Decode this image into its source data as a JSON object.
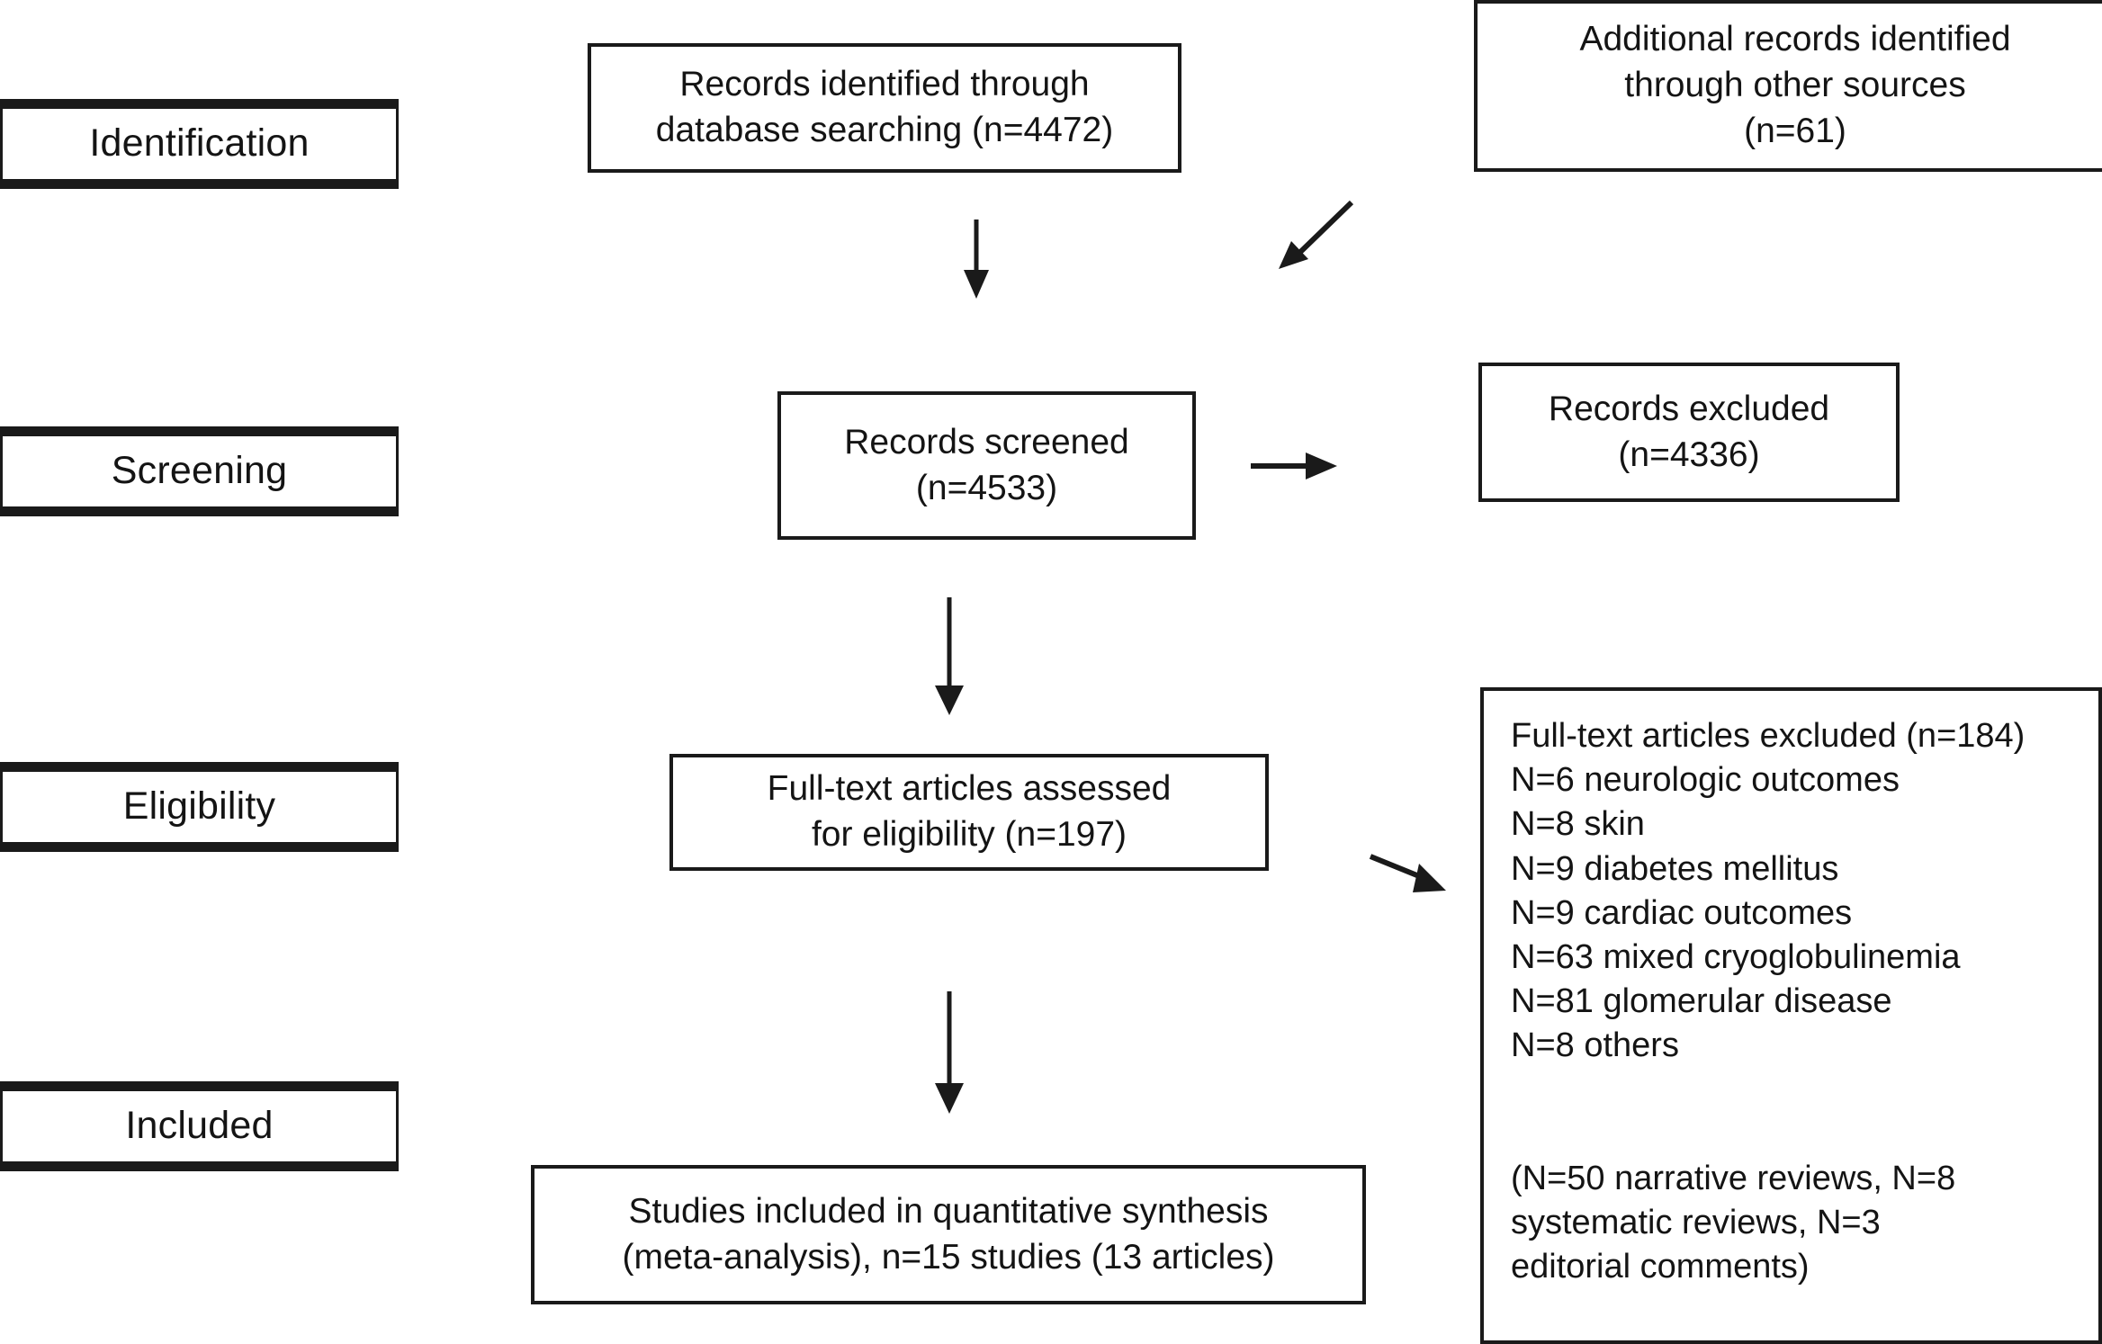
{
  "diagram": {
    "type": "prisma-flow-diagram",
    "title": "PRISMA study selection flow diagram",
    "colors": {
      "ink": "#1a1a1a",
      "background": "#ffffff"
    }
  },
  "stages": [
    {
      "id": "identification",
      "label": "Identification"
    },
    {
      "id": "screening",
      "label": "Screening"
    },
    {
      "id": "eligibility",
      "label": "Eligibility"
    },
    {
      "id": "included",
      "label": "Included"
    }
  ],
  "boxes": {
    "records_database": {
      "text": "Records identified through\ndatabase searching (n=4472)",
      "count": 4472
    },
    "records_other": {
      "text": "Additional records identified\nthrough other sources\n(n=61)",
      "count": 61
    },
    "records_screened": {
      "text": "Records screened\n(n=4533)",
      "count": 4533
    },
    "records_excluded": {
      "text": "Records excluded\n(n=4336)",
      "count": 4336
    },
    "fulltext_assessed": {
      "text": "Full-text articles assessed\nfor eligibility (n=197)",
      "count": 197
    },
    "fulltext_excluded": {
      "text": "Full-text articles excluded (n=184)\nN=6 neurologic outcomes\nN=8 skin\nN=9 diabetes mellitus\nN=9  cardiac outcomes\nN=63 mixed cryoglobulinemia\nN=81 glomerular disease\nN=8 others\n\n\n(N=50 narrative reviews, N=8\nsystematic reviews, N=3\neditorial comments)",
      "count": 184,
      "reasons": [
        {
          "label": "neurologic outcomes",
          "n": 6
        },
        {
          "label": "skin",
          "n": 8
        },
        {
          "label": "diabetes mellitus",
          "n": 9
        },
        {
          "label": "cardiac outcomes",
          "n": 9
        },
        {
          "label": "mixed cryoglobulinemia",
          "n": 63
        },
        {
          "label": "glomerular disease",
          "n": 81
        },
        {
          "label": "others",
          "n": 8
        }
      ],
      "note_breakdown": [
        {
          "label": "narrative reviews",
          "n": 50
        },
        {
          "label": "systematic reviews",
          "n": 8
        },
        {
          "label": "editorial comments",
          "n": 3
        }
      ]
    },
    "studies_included": {
      "text": "Studies included in quantitative synthesis\n(meta-analysis), n=15 studies (13 articles)",
      "studies": 15,
      "articles": 13
    }
  },
  "arrows": [
    {
      "id": "arrow-db-to-screened",
      "kind": "down-arrow",
      "from": "records_database",
      "to": "records_screened"
    },
    {
      "id": "arrow-other-to-screened",
      "kind": "diagonal-down-left-arrow",
      "from": "records_other",
      "to": "records_screened"
    },
    {
      "id": "arrow-screened-to-excluded",
      "kind": "right-arrow",
      "from": "records_screened",
      "to": "records_excluded"
    },
    {
      "id": "arrow-screened-to-fulltext",
      "kind": "down-arrow",
      "from": "records_screened",
      "to": "fulltext_assessed"
    },
    {
      "id": "arrow-fulltext-to-excluded",
      "kind": "diagonal-down-right-arrow",
      "from": "fulltext_assessed",
      "to": "fulltext_excluded"
    },
    {
      "id": "arrow-fulltext-to-included",
      "kind": "down-arrow",
      "from": "fulltext_assessed",
      "to": "studies_included"
    }
  ]
}
